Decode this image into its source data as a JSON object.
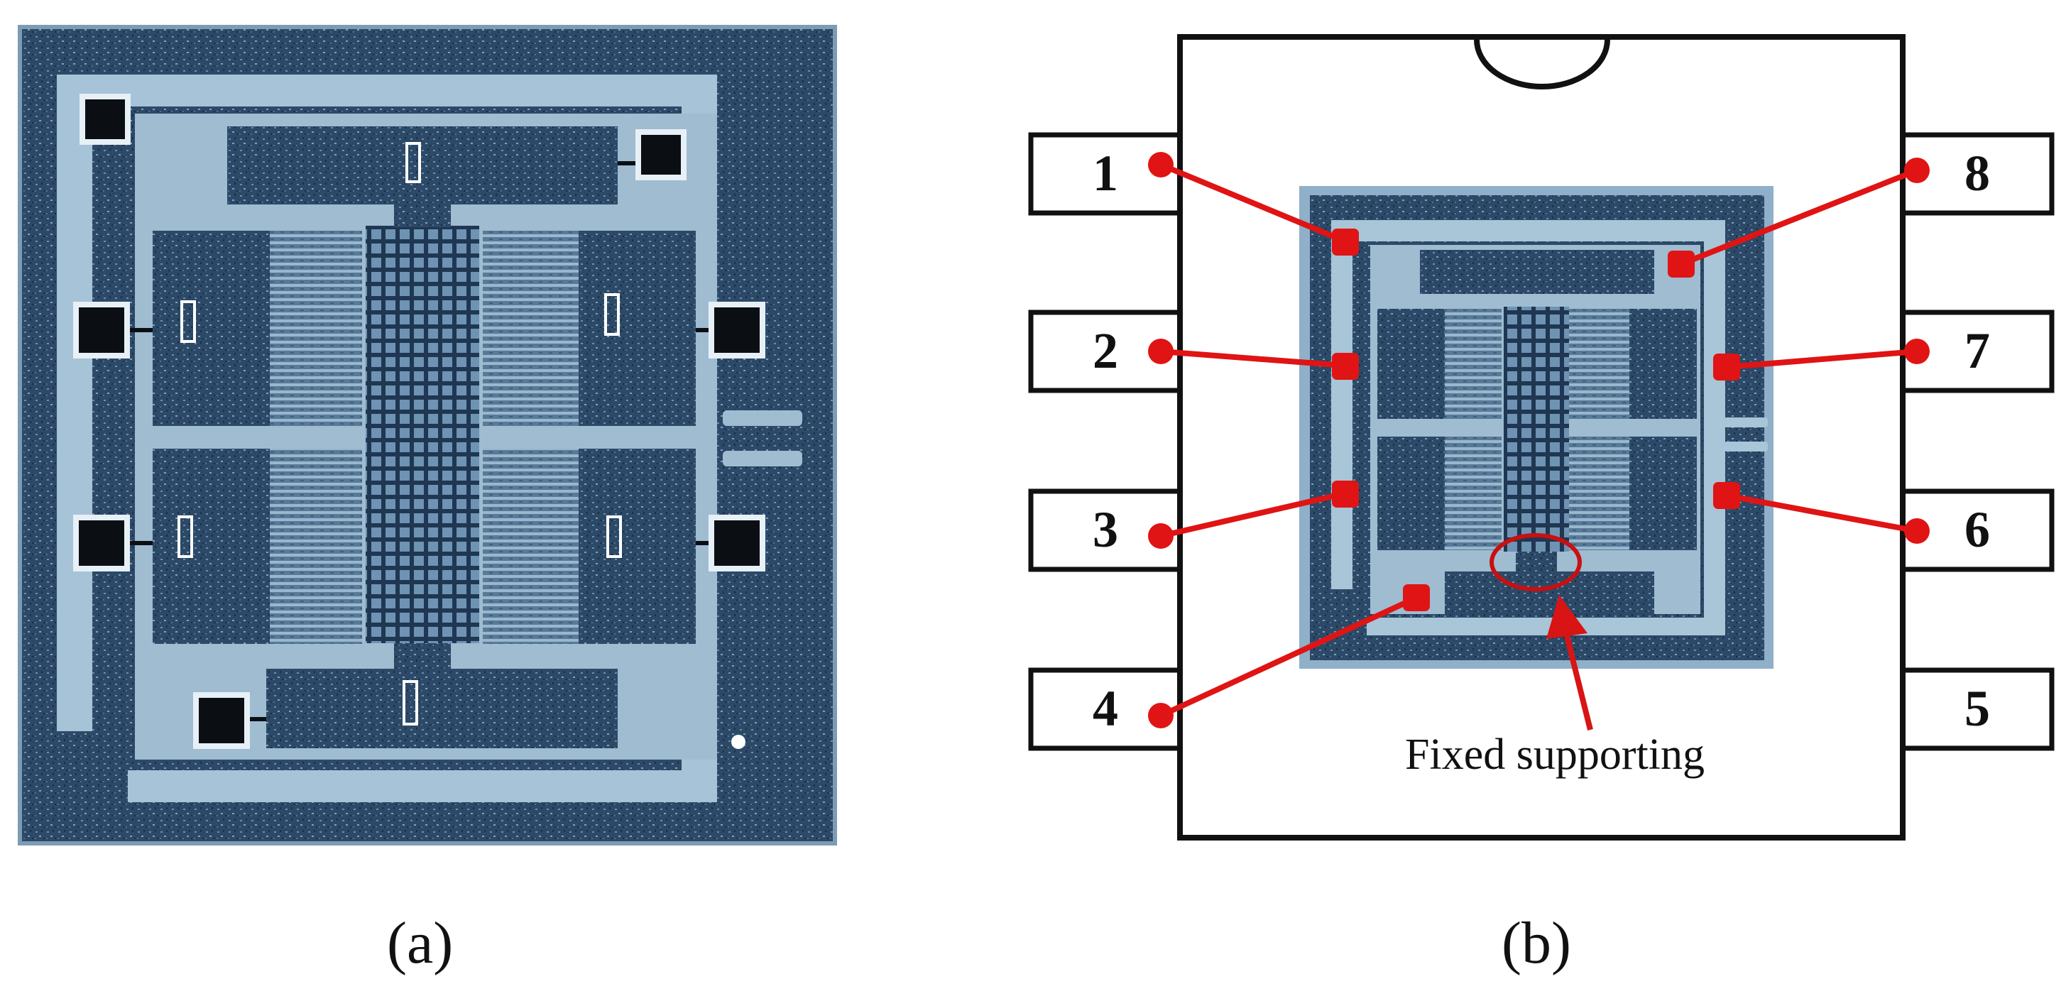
{
  "panels": [
    {
      "id": "a",
      "label": "(a)"
    },
    {
      "id": "b",
      "label": "(b)"
    }
  ],
  "package": {
    "pins_left": [
      "1",
      "2",
      "3",
      "4"
    ],
    "pins_right": [
      "8",
      "7",
      "6",
      "5"
    ]
  },
  "annotation": {
    "text": "Fixed supporting"
  },
  "colors": {
    "chip_dark": "#2f4d6c",
    "chip_light": "#a6c2d6",
    "chip_mid": "#5e7f9c",
    "pad": "#0b0f14",
    "marker": "#e01414",
    "outline": "#111111"
  }
}
